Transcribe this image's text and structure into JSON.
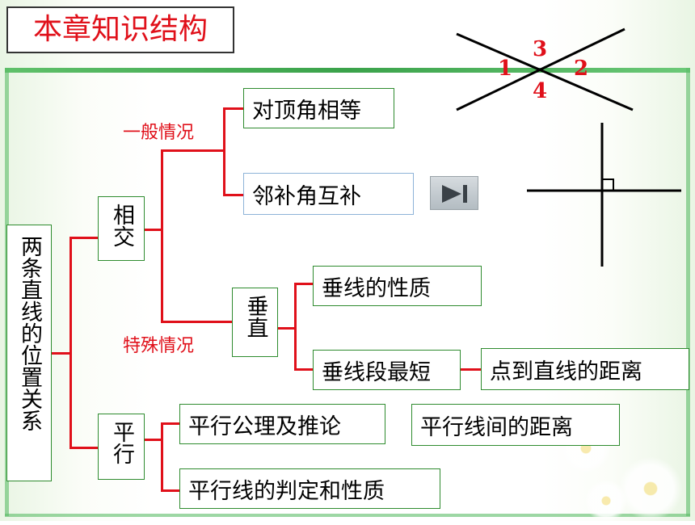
{
  "title": "本章知识结构",
  "root": "两条直线的位置关系",
  "branches": {
    "xiangjiao": "相交",
    "pingxing": "平行",
    "chuizhi": "垂直"
  },
  "labels": {
    "general": "一般情况",
    "special": "特殊情况"
  },
  "leaves": {
    "vertical_angles": "对顶角相等",
    "supplementary": "邻补角互补",
    "perp_property": "垂线的性质",
    "perp_shortest": "垂线段最短",
    "point_line_distance": "点到直线的距离",
    "parallel_axiom": "平行公理及推论",
    "parallel_distance": "平行线间的距离",
    "parallel_judgement": "平行线的判定和性质"
  },
  "angle_figure": {
    "angle_1": "1",
    "angle_2": "2",
    "angle_3": "3",
    "angle_4": "4"
  },
  "colors": {
    "title_red": "#e0101a",
    "connector_red": "#e0101a",
    "box_border": "#2e8b2e",
    "frame_green": "#4bb55a"
  },
  "icons": {
    "next": "play-next-icon"
  }
}
